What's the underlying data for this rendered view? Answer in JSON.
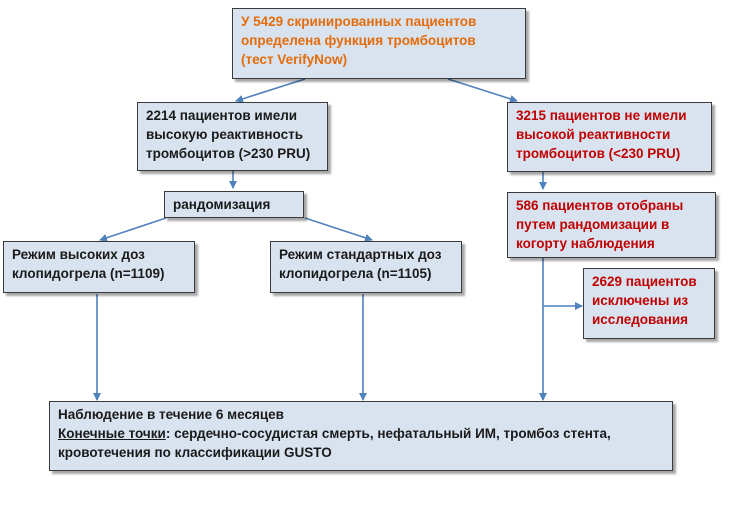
{
  "colors": {
    "box_fill": "#d9e3f0",
    "arrow": "#4f81bd",
    "orange_text": "#e46c0a",
    "red_text": "#c00000"
  },
  "top_box": {
    "lines": [
      "У 5429 скринированных пациентов",
      "определена функция тромбоцитов",
      "(тест VerifyNow)"
    ]
  },
  "high_reactivity_box": {
    "lines": [
      "2214 пациентов имели",
      "высокую реактивность",
      "тромбоцитов (>230 PRU)"
    ]
  },
  "no_high_reactivity_box": {
    "lines": [
      "3215 пациентов не имели",
      "высокой реактивности",
      "тромбоцитов (<230 PRU)"
    ]
  },
  "randomization_box": {
    "label": "рандомизация"
  },
  "high_dose_box": {
    "lines": [
      "Режим высоких доз",
      "клопидогрела (n=1109)"
    ]
  },
  "standard_dose_box": {
    "lines": [
      "Режим стандартных доз",
      "клопидогрела (n=1105)"
    ]
  },
  "observation_cohort_box": {
    "lines": [
      "586 пациентов отобраны",
      "путем рандомизации в",
      "когорту наблюдения"
    ]
  },
  "excluded_box": {
    "lines": [
      "2629 пациентов",
      "исключены из",
      "исследования"
    ]
  },
  "followup_box": {
    "line1": "Наблюдение в течение 6 месяцев",
    "endpoints_label": "Конечные точки",
    "endpoints_text": ": сердечно-сосудистая смерть, нефатальный ИМ, тромбоз стента,",
    "line3": "кровотечения по классификации GUSTO"
  }
}
